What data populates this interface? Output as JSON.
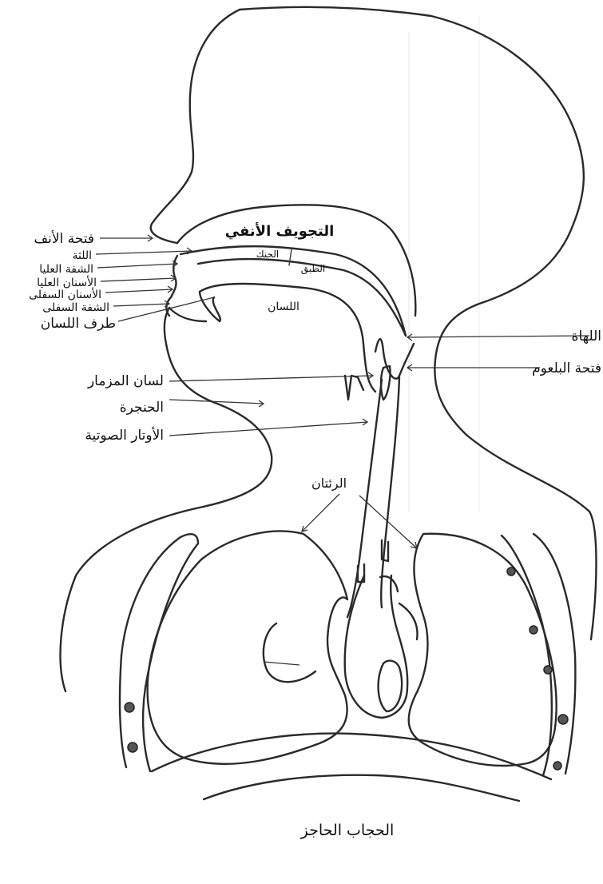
{
  "title": "",
  "colors": {
    "ink": "#2a2a2a",
    "paper": "#ffffff"
  },
  "labels": {
    "nasal_opening": "فتحة الأنف",
    "gum": "اللثة",
    "upper_lip": "الشفة العليا",
    "upper_teeth": "الأسنان العليا",
    "lower_teeth": "الأسنان السفلى",
    "lower_lip": "الشفة السفلى",
    "tongue_tip": "طرف اللسان",
    "nasal_cavity": "التجويف الأنفي",
    "hard_palate": "الحنك",
    "soft_palate": "الطبق",
    "tongue": "اللسان",
    "uvula": "اللهاة",
    "pharynx_opening": "فتحة البلعوم",
    "epiglottis": "لسان المزمار",
    "larynx": "الحنجرة",
    "vocal_cords": "الأوتار الصوتية",
    "lungs": "الرئتان",
    "diaphragm": "الحجاب الحاجز"
  }
}
